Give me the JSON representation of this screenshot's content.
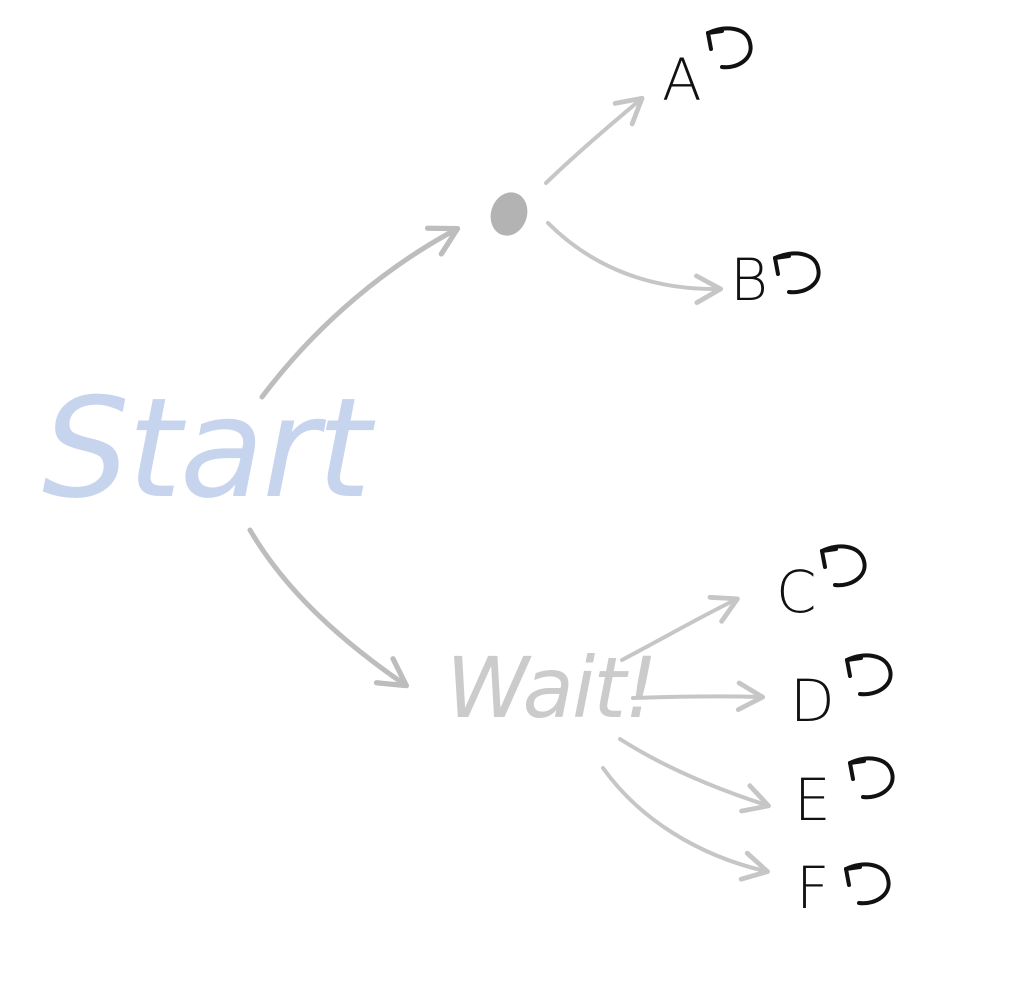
{
  "colors": {
    "start": "#c7d4ee",
    "wait": "#cbcbcb",
    "arrow_main": "#bdbdbd",
    "arrow_light": "#c6c6c6",
    "junction": "#b3b3b3",
    "node_text": "#111111"
  },
  "labels": {
    "start": "Start",
    "wait": "Wait!",
    "a": "A",
    "b": "B",
    "c": "C",
    "d": "D",
    "e": "E",
    "f": "F"
  },
  "icons": {
    "self_loop": "counterclockwise-return-arrow-icon"
  }
}
